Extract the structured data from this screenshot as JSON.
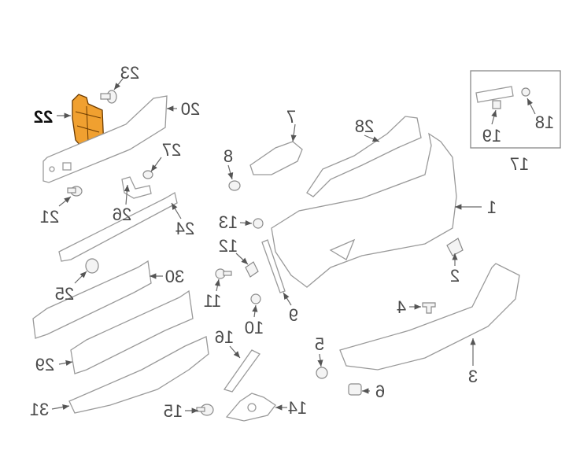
{
  "diagram": {
    "title": "Rear bumper parts diagram",
    "highlight_color": "#f0a030",
    "highlighted_part": "22",
    "callouts": [
      "1",
      "2",
      "3",
      "4",
      "5",
      "6",
      "7",
      "8",
      "9",
      "10",
      "11",
      "12",
      "13",
      "14",
      "15",
      "16",
      "17",
      "18",
      "19",
      "20",
      "21",
      "22",
      "23",
      "24",
      "25",
      "26",
      "27",
      "28",
      "29",
      "30",
      "31"
    ]
  }
}
